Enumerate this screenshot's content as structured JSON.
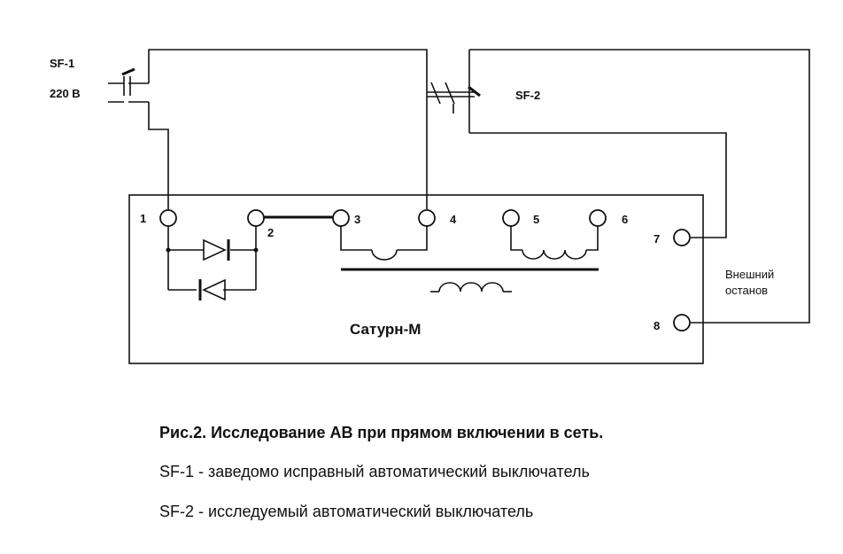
{
  "labels": {
    "sf1_name": "SF-1",
    "sf1_voltage": "220 В",
    "sf2_name": "SF-2",
    "device_name": "Сатурн-М",
    "external_stop_line1": "Внешний",
    "external_stop_line2": "останов"
  },
  "terminals": [
    "1",
    "2",
    "3",
    "4",
    "5",
    "6",
    "7",
    "8"
  ],
  "caption": {
    "title": "Рис.2. Исследование АВ при прямом включении в сеть.",
    "line_sf1": "SF-1 - заведомо исправный автоматический выключатель",
    "line_sf2": "SF-2 - исследуемый автоматический выключатель"
  }
}
